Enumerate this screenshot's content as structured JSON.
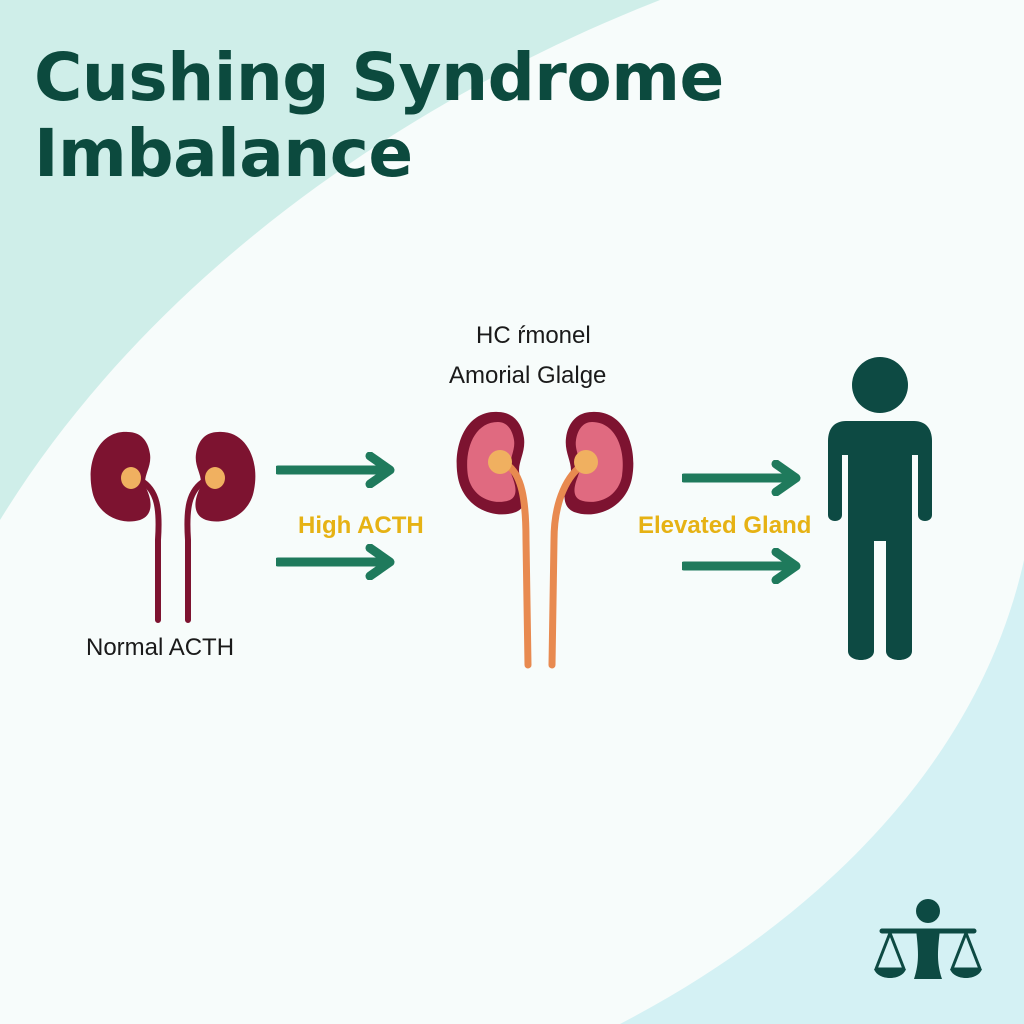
{
  "title": {
    "line1": "Cushing Syndrome",
    "line2": "Imbalance"
  },
  "labels": {
    "normal": "Normal ACTH",
    "high": "High ACTH",
    "top_line1": "HC ŕmonel",
    "top_line2": "Amorial Glalge",
    "elevated": "Elevated Gland"
  },
  "icons": {
    "left_kidneys": "kidney-pair-icon",
    "middle_kidneys": "inflamed-kidney-pair-icon",
    "person": "person-icon",
    "arrows": "right-arrow-icon",
    "logo": "balance-scale-person-icon"
  },
  "colors": {
    "title": "#0c4a3e",
    "kidney_normal": "#7d1330",
    "kidney_inflamed": "#e06a80",
    "gland": "#f0b060",
    "arrow": "#1f7a5c",
    "person": "#0d4a43",
    "label_highlight": "#e6b214"
  }
}
